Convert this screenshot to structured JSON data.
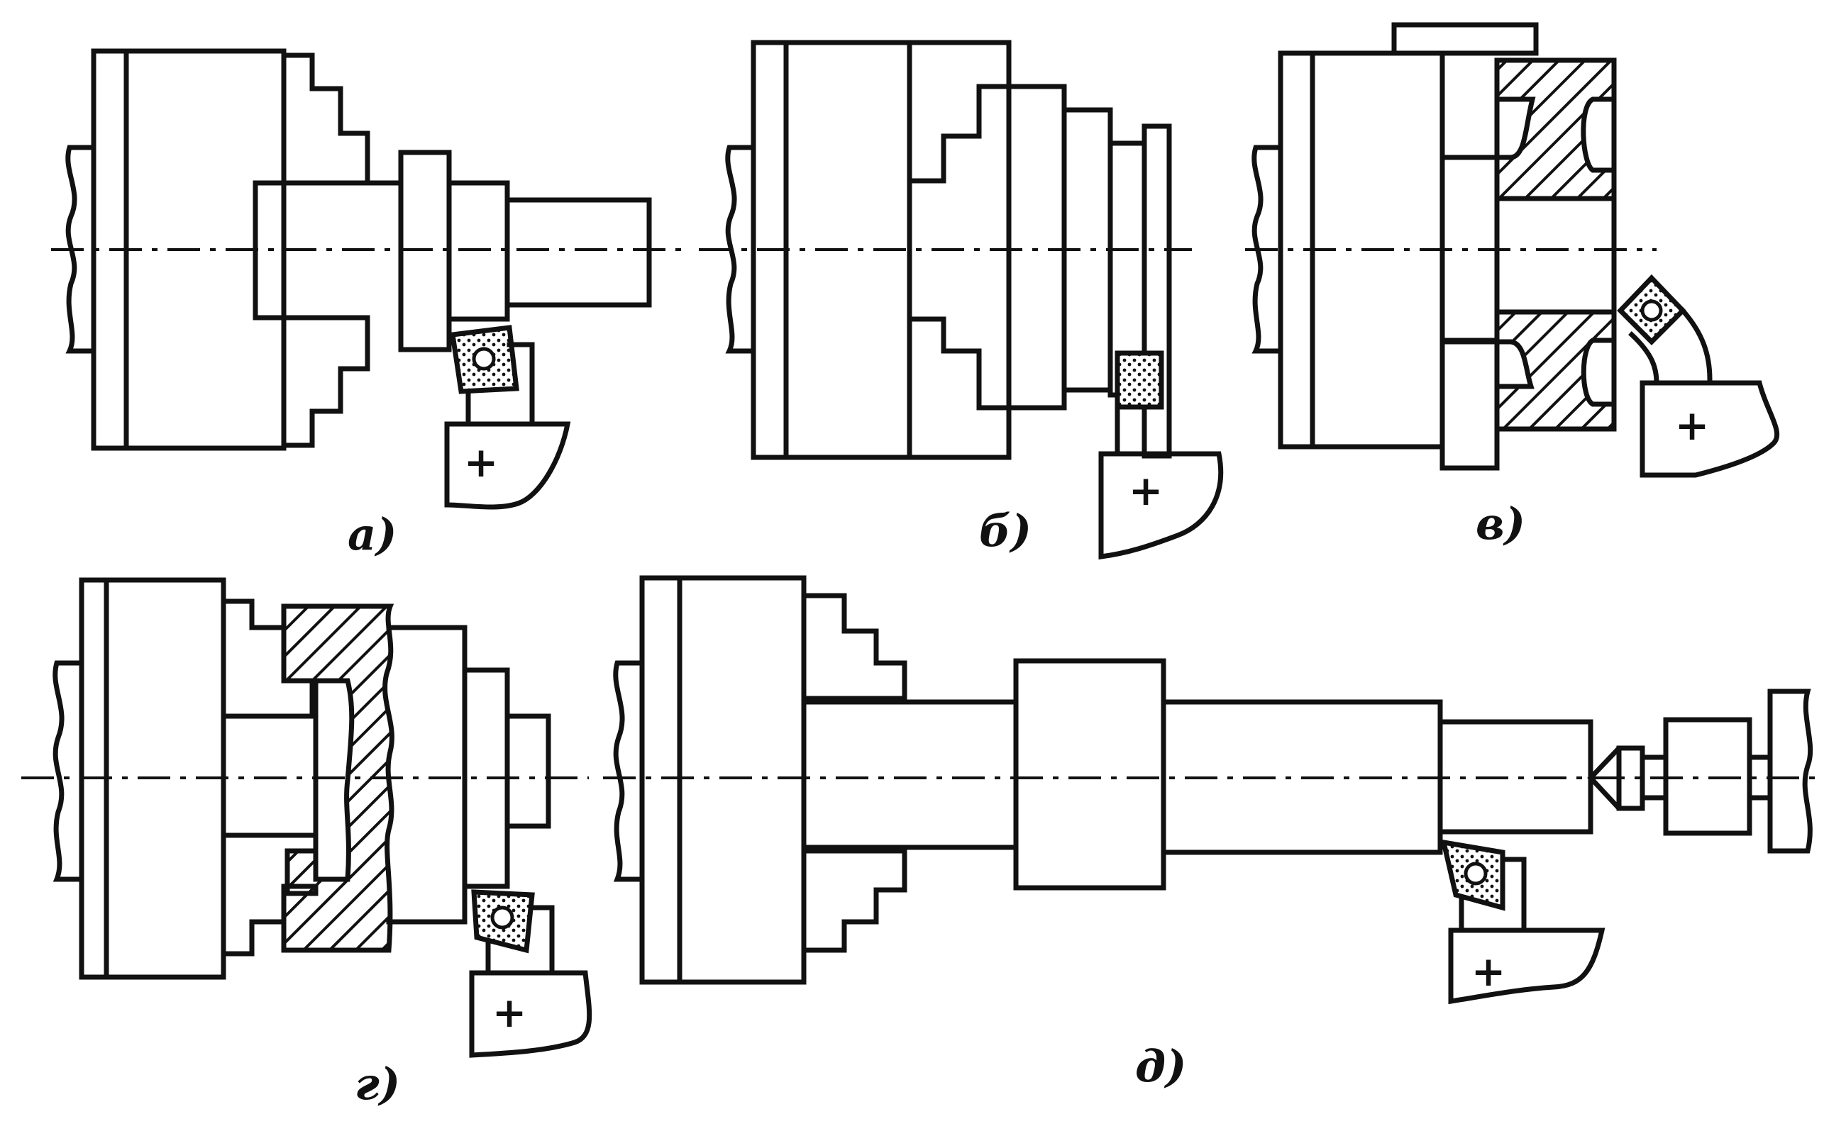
{
  "panels": [
    {
      "id": "a",
      "label": "а)"
    },
    {
      "id": "b",
      "label": "б)"
    },
    {
      "id": "v",
      "label": "в)"
    },
    {
      "id": "g",
      "label": "г)"
    },
    {
      "id": "d",
      "label": "д)"
    }
  ],
  "tool_mark": "+",
  "colors": {
    "ink": "#111111",
    "paper": "#ffffff"
  }
}
